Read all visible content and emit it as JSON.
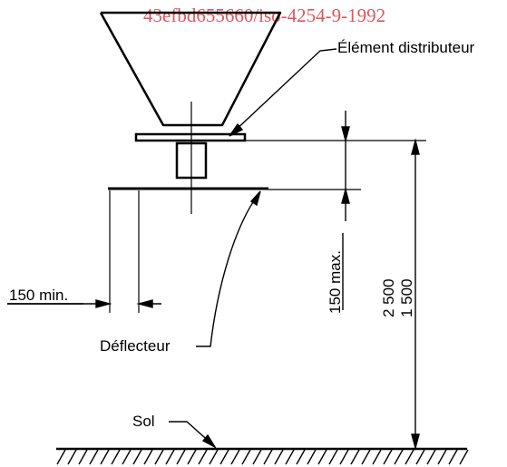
{
  "watermark": {
    "text": "43efbd655660/iso-4254-9-1992",
    "color": "#e0555d"
  },
  "labels": {
    "element_distributeur": "Élément distributeur",
    "deflecteur": "Déflecteur",
    "sol": "Sol"
  },
  "dimensions": {
    "min_label": "150 min.",
    "max_label": "150 max.",
    "height_2500": "2 500",
    "height_1500": "1 500"
  },
  "colors": {
    "ink": "#000000",
    "background": "#ffffff"
  }
}
